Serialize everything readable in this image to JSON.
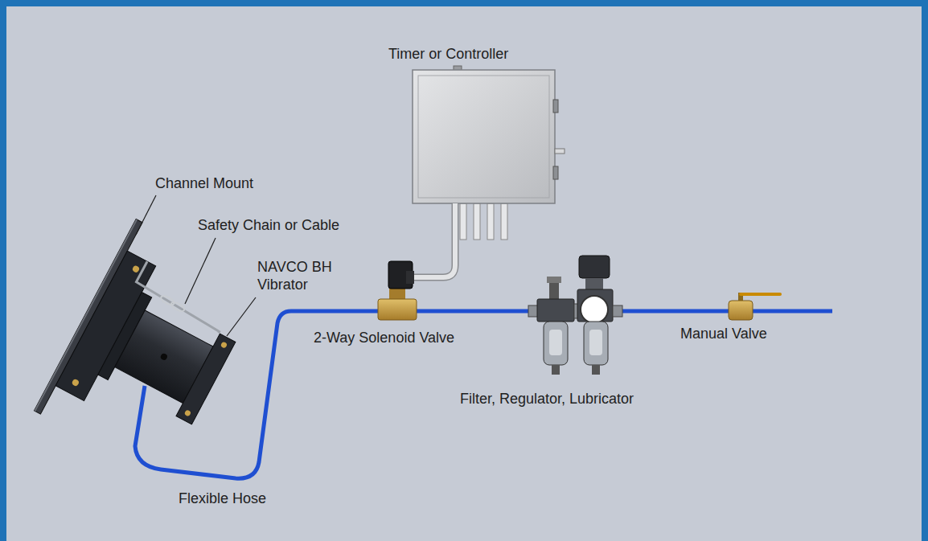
{
  "diagram": {
    "labels": [
      "Timer or Controller",
      "Channel Mount",
      "Safety Chain or Cable",
      "NAVCO BH Vibrator",
      "2-Way Solenoid Valve",
      "Filter, Regulator, Lubricator",
      "Manual Valve",
      "Flexible Hose"
    ]
  }
}
